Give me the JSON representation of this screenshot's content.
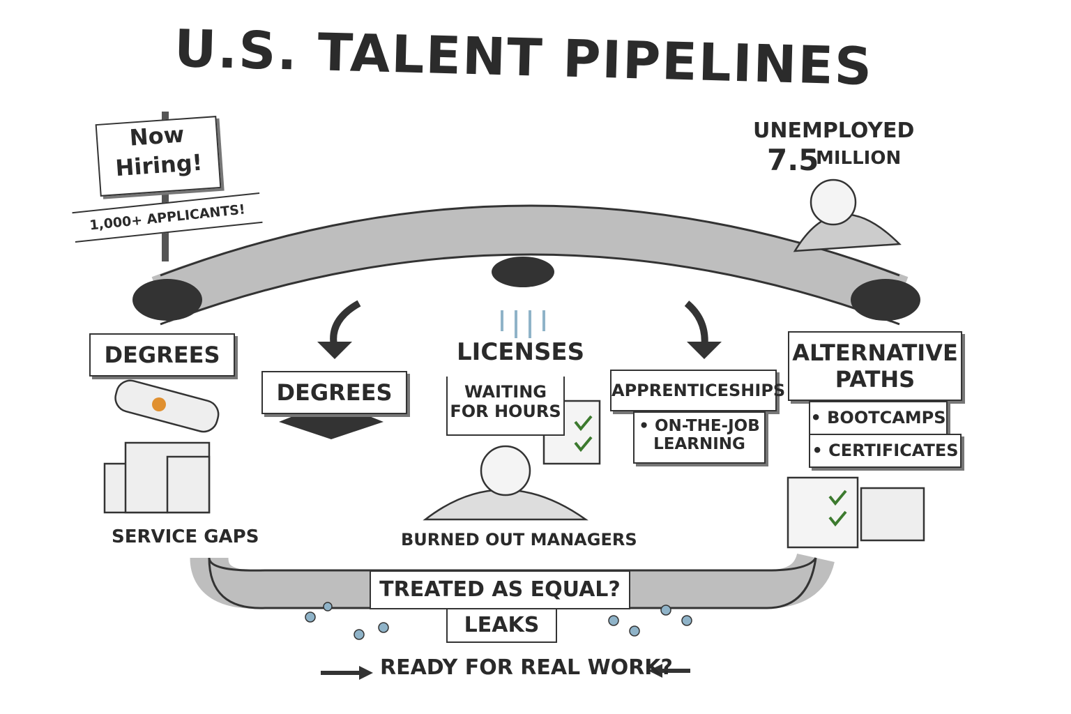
{
  "title": "U.S. TALENT PIPELINES",
  "sign": {
    "line1": "Now",
    "line2": "Hiring!",
    "applicants": "1,000+ APPLICANTS!"
  },
  "unemployed": {
    "label": "UNEMPLOYED",
    "number": "7.5",
    "unit": "MILLION"
  },
  "pipes": {
    "degrees_left": "DEGREES",
    "degrees": "DEGREES",
    "licenses": "LICENSES",
    "waiting": "WAITING FOR HOURS",
    "apprenticeships": "APPRENTICESHIPS",
    "on_the_job": "• ON-THE-JOB LEARNING",
    "alternative": "ALTERNATIVE PATHS",
    "bootcamps": "• BOOTCAMPS",
    "certificates": "• CERTIFICATES"
  },
  "captions": {
    "service_gaps": "SERVICE GAPS",
    "burned_out": "BURNED OUT MANAGERS"
  },
  "bottom": {
    "treated": "TREATED AS EQUAL?",
    "leaks": "LEAKS",
    "ready": "READY FOR REAL WORK?"
  },
  "colors": {
    "ink": "#2a2a2a",
    "check": "#3c7a2e",
    "seal": "#e09030",
    "water": "#8fb3c8"
  }
}
